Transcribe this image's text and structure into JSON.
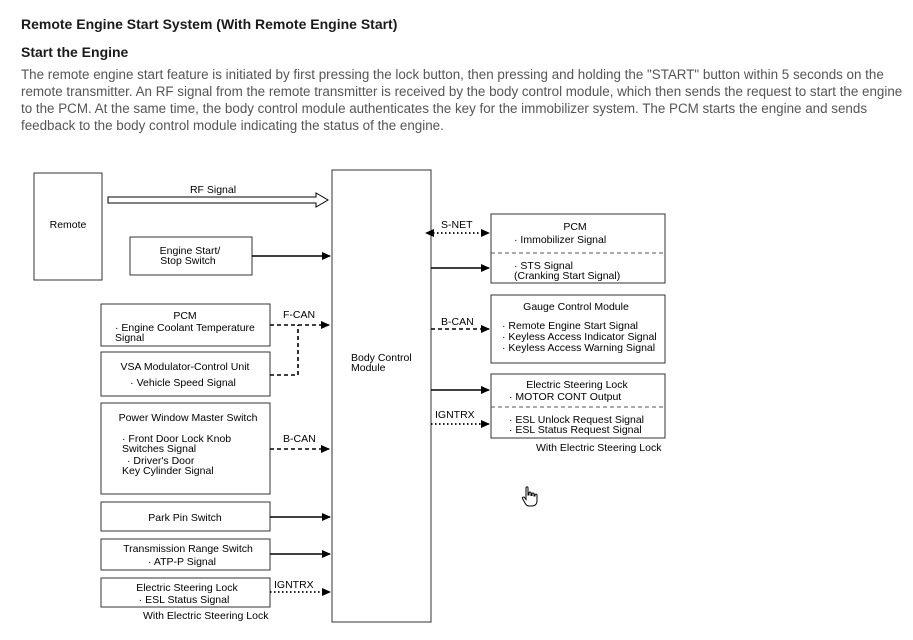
{
  "page": {
    "title": "Remote Engine Start System (With Remote Engine Start)",
    "section": "Start the Engine",
    "intro": "The remote engine start feature is initiated by first pressing the lock button, then pressing and holding the \"START\" button within 5 seconds on the remote transmitter. An RF signal from the remote transmitter is received by the body control module, which then sends the request to start the engine to the PCM. At the same time, the body control module authenticates the key for the immobilizer system. The PCM starts the engine and sends feedback to the body control module indicating the status of the engine."
  },
  "diagram": {
    "remote": "Remote",
    "rf_signal": "RF Signal",
    "bcm": [
      "Body Control",
      "Module"
    ],
    "engine_switch": [
      "Engine Start/",
      "Stop Switch"
    ],
    "pcm_left": {
      "title": "PCM",
      "lines": [
        "· Engine Coolant Temperature",
        "Signal"
      ]
    },
    "vsa": {
      "title": "VSA Modulator-Control Unit",
      "lines": [
        "· Vehicle Speed Signal"
      ]
    },
    "pwms": {
      "title": "Power Window Master Switch",
      "lines": [
        "· Front Door Lock Knob",
        "Switches Signal",
        "· Driver's Door",
        "Key Cylinder Signal"
      ]
    },
    "park_pin": "Park Pin Switch",
    "trans": {
      "title": "Transmission Range Switch",
      "lines": [
        "· ATP-P Signal"
      ]
    },
    "esl_left": {
      "title": "Electric Steering Lock",
      "lines": [
        "· ESL Status Signal"
      ],
      "note": "With Electric Steering Lock"
    },
    "pcm_right": {
      "title": "PCM",
      "lines": [
        "· Immobilizer Signal"
      ],
      "lines2": [
        "· STS Signal",
        "(Cranking Start Signal)"
      ]
    },
    "gauge": {
      "title": "Gauge Control Module",
      "lines": [
        "· Remote Engine Start Signal",
        "· Keyless Access Indicator Signal",
        "· Keyless Access Warning Signal"
      ]
    },
    "esl_right": {
      "title": "Electric Steering Lock",
      "lines": [
        "· MOTOR CONT Output"
      ],
      "lines2": [
        "· ESL Unlock Request Signal",
        "· ESL Status Request Signal"
      ],
      "note": "With Electric Steering Lock"
    },
    "labels": {
      "snet": "S-NET",
      "fcan": "F-CAN",
      "bcan_left": "B-CAN",
      "bcan_right": "B-CAN",
      "igntrx_left": "IGNTRX",
      "igntrx_right": "IGNTRX"
    }
  }
}
